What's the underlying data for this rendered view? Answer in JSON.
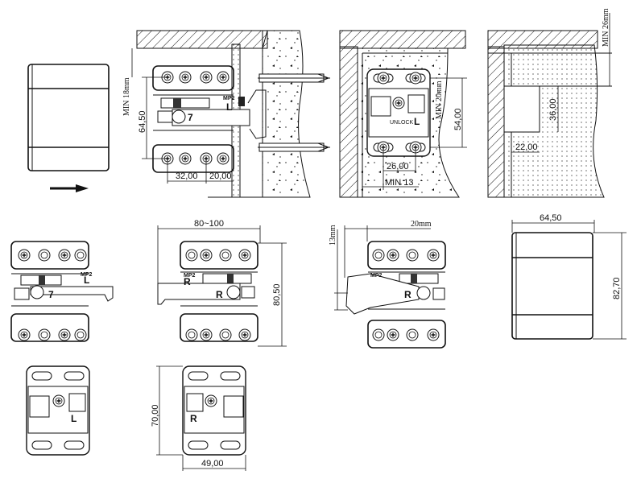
{
  "drawing": {
    "views": {
      "top_left_cover": {
        "direction_arrow": "arrow-right"
      },
      "side_install": {
        "labels": {
          "min_gap": "MIN 18mm",
          "height": "64,50",
          "hole_spacing": "32,00",
          "edge_offset": "20,00",
          "side_mark": "L",
          "part_mark": "MP2",
          "hinge_mark": "7"
        }
      },
      "front_install": {
        "labels": {
          "min_gap": "MIN 20mm",
          "height": "54,00",
          "hole_spacing": "26,00",
          "min_edge": "MIN 13",
          "unlock": "UNLOCK",
          "side_mark": "L"
        }
      },
      "cutout": {
        "labels": {
          "min_gap": "MIN 26mm",
          "height": "36,00",
          "depth": "22,00"
        }
      },
      "hinge_left": {
        "labels": {
          "part_mark": "MP2",
          "side_mark": "L",
          "hinge_mark": "7"
        }
      },
      "hinge_right": {
        "labels": {
          "width_range": "80~100",
          "height": "80,50",
          "part_mark": "MP2",
          "side_mark": "R",
          "hinge_mark": "R"
        }
      },
      "hinge_right_open": {
        "labels": {
          "offset_h": "20mm",
          "offset_v": "13mm",
          "part_mark": "MP2",
          "hinge_mark": "R"
        }
      },
      "cover_right": {
        "labels": {
          "width": "64,50",
          "height": "82,70"
        }
      },
      "plate_left": {
        "labels": {
          "side_mark": "L"
        }
      },
      "plate_right": {
        "labels": {
          "height": "70,00",
          "width": "49,00",
          "side_mark": "R"
        }
      }
    }
  }
}
